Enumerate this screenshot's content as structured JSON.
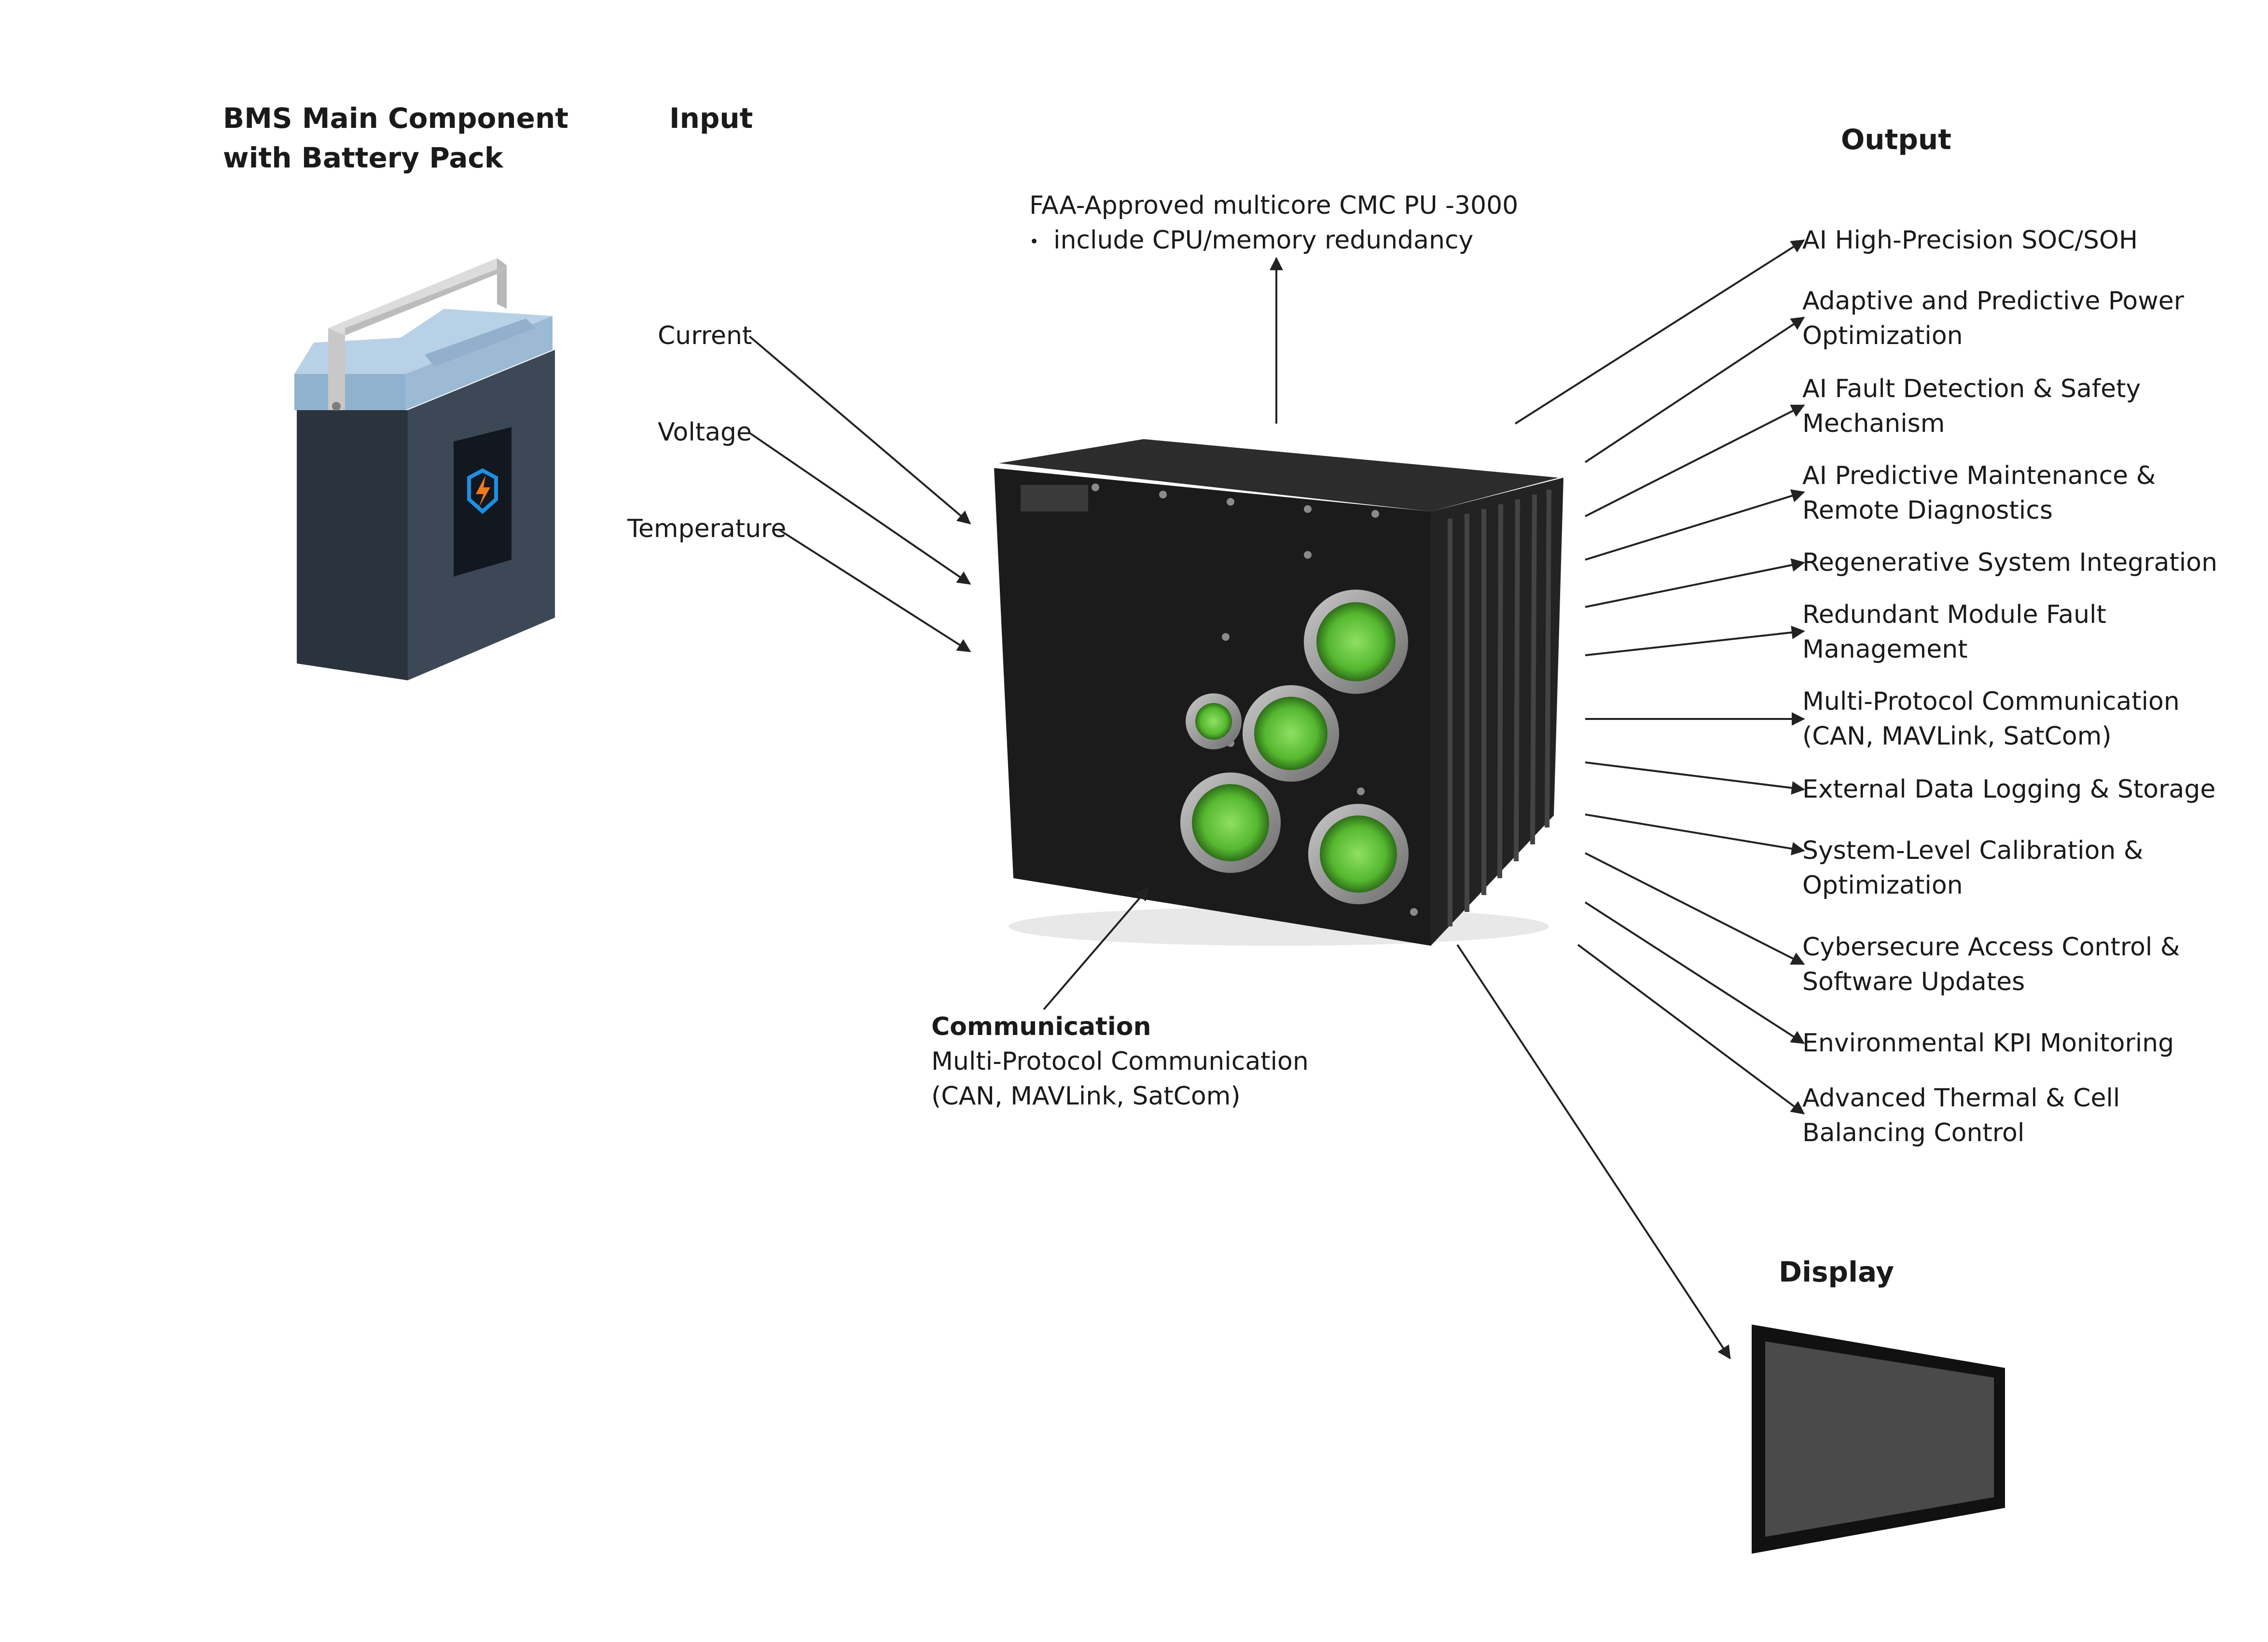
{
  "battery": {
    "title_lines": [
      "BMS Main Component",
      "with Battery Pack"
    ]
  },
  "input": {
    "title": "Input",
    "items": [
      "Current",
      "Voltage",
      "Temperature"
    ]
  },
  "cpu": {
    "title": "FAA-Approved multicore CMC PU -3000",
    "bullet": "include CPU/memory redundancy"
  },
  "communication": {
    "title": "Communication",
    "lines": [
      "Multi-Protocol Communication",
      " (CAN, MAVLink, SatCom)"
    ]
  },
  "output": {
    "title": "Output",
    "items": [
      [
        "AI High-Precision SOC/SOH"
      ],
      [
        "Adaptive and Predictive Power",
        "Optimization"
      ],
      [
        "AI Fault Detection & Safety",
        "Mechanism"
      ],
      [
        "AI Predictive Maintenance &",
        "Remote Diagnostics"
      ],
      [
        "Regenerative System Integration"
      ],
      [
        "Redundant Module Fault",
        "Management"
      ],
      [
        "Multi-Protocol Communication",
        "(CAN, MAVLink, SatCom)"
      ],
      [
        "External Data Logging & Storage"
      ],
      [
        "System-Level Calibration &",
        "Optimization"
      ],
      [
        "Cybersecure Access Control &",
        "Software Updates"
      ],
      [
        "Environmental KPI Monitoring"
      ],
      [
        "Advanced Thermal & Cell",
        "Balancing Control"
      ]
    ]
  },
  "display": {
    "title": "Display"
  },
  "icons": {
    "battery": "battery-pack-icon",
    "controller": "bms-controller-unit",
    "display": "display-screen-icon",
    "bolt": "lightning-bolt-icon"
  },
  "colors": {
    "text": "#1a1a1a",
    "arrow": "#222222",
    "battery_body": "#2e3844",
    "battery_lid": "#a9c4dc",
    "connector_green": "#5fc43a",
    "bolt_orange": "#f07a1a",
    "bolt_blue": "#1e8fe0",
    "display_bezel": "#111111",
    "display_screen": "#4a4a4a"
  }
}
